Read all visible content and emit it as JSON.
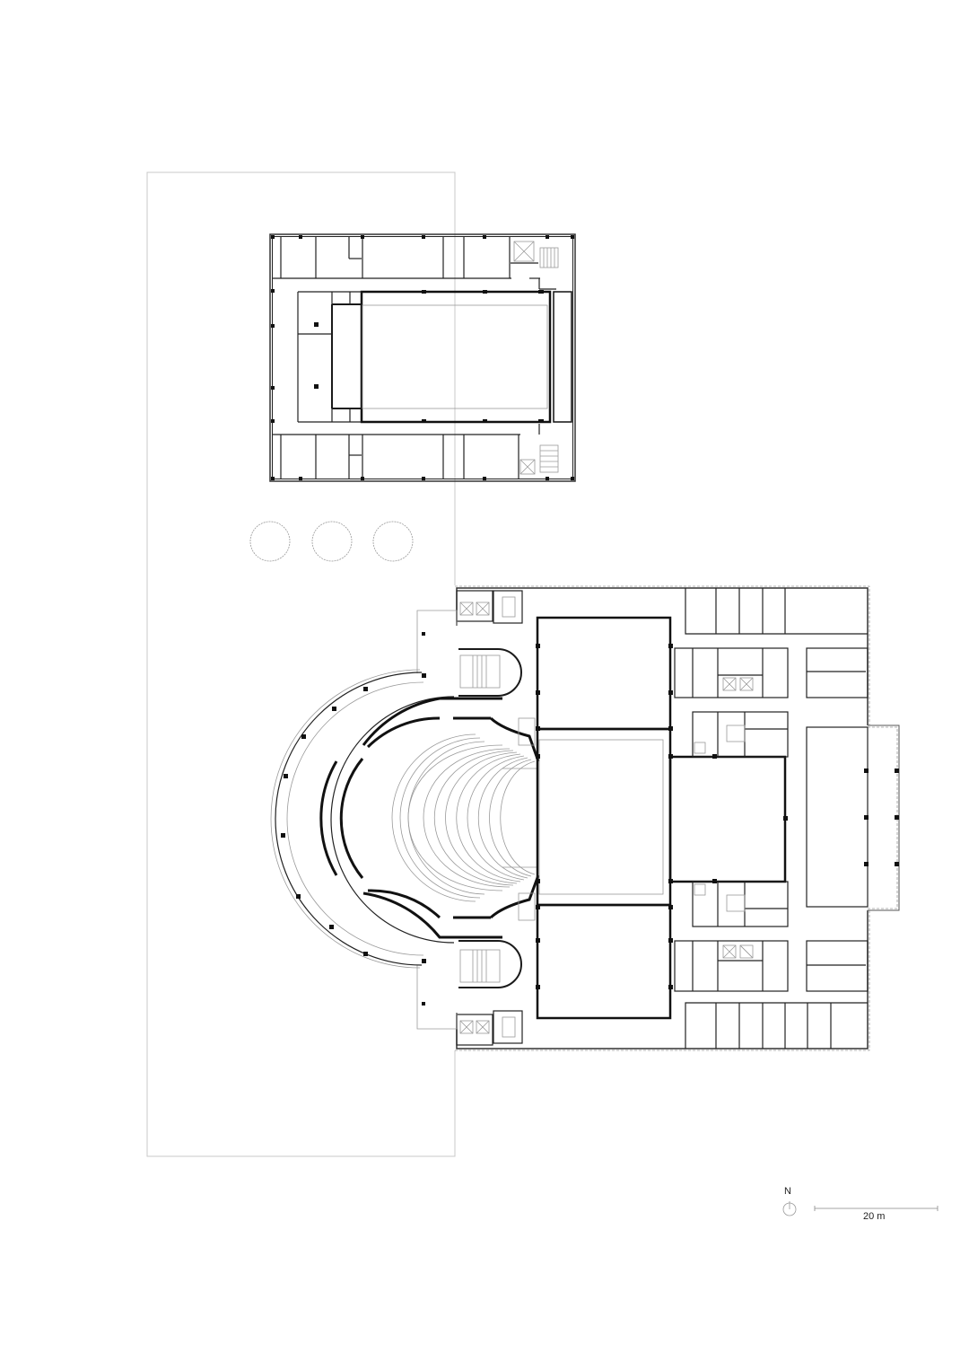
{
  "drawing": {
    "type": "architectural floor plan",
    "background": "#ffffff",
    "line_color": "#111111",
    "site_outline_color": "#c8c8c8"
  },
  "north_arrow": {
    "label": "N"
  },
  "scale_bar": {
    "label": "20 m"
  },
  "site": {
    "plaza_circles_count": 3
  },
  "buildings": [
    {
      "name": "north-block",
      "feature": "rectangular hall with surrounding rooms"
    },
    {
      "name": "south-block",
      "feature": "horseshoe auditorium with stage towers and office wings"
    }
  ]
}
